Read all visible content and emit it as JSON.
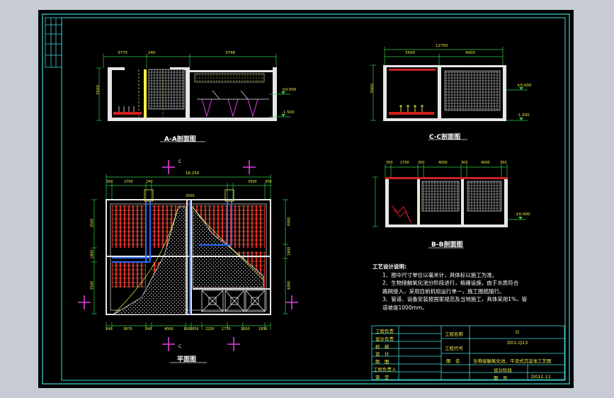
{
  "drawing": {
    "sections": {
      "aa": "A-A剖面图",
      "cc": "C-C剖面图",
      "bb": "B-B剖面图",
      "plan": "平面图",
      "plan_marker_top": "C",
      "plan_marker_bottom": "C"
    },
    "dimensions": {
      "aa_top": [
        "3775",
        "240",
        "3748"
      ],
      "aa_left": [
        "3500"
      ],
      "aa_levels": [
        "±0.000",
        "-1.500"
      ],
      "cc_top_total": "12750",
      "cc_top": [
        "3500",
        "4000"
      ],
      "cc_left": [
        "3000"
      ],
      "cc_levels": [
        "±0.000",
        "-1.500"
      ],
      "bb_top": [
        "300",
        "2700",
        "300",
        "4000",
        "300",
        "4000",
        "300"
      ],
      "bb_levels": [
        "±0.000"
      ],
      "plan_top_total": "16,250",
      "plan_top": [
        "300",
        "2700",
        "240",
        "2000",
        "3500",
        "300"
      ],
      "plan_bottom": [
        "240",
        "3870",
        "240",
        "4000",
        "100",
        "3850",
        "2250",
        "1770",
        "1000",
        "1850"
      ],
      "plan_left": [
        "3500",
        "1800",
        "3500"
      ],
      "plan_right": [
        "4000",
        "1800",
        "4000"
      ]
    },
    "notes": {
      "heading": "工艺设计说明:",
      "items": [
        "1、图中尺寸单位以毫米计，具体标以施工为准。",
        "2、生物接触氧化池分阶段进行，格栅设施，由于水质符合",
        "   路网接入，采用目前机组运行单一，施工图纸随行。",
        "3、管道、设备安装按国家规范及当地施工，具体采用1%，管",
        "   道坡度1000mm。"
      ]
    },
    "title_block": {
      "rows_left": [
        "工程负责",
        "设计负责",
        "校　核",
        "设　计",
        "制　图",
        "工程负责人",
        "审　定"
      ],
      "project_name_label": "工程名称",
      "project_name_value": "D",
      "design_no_label": "工程代号",
      "design_no_value": "D01-Q13",
      "drawing_name_label": "图　名",
      "drawing_name_value": "生物接触氧化池、平流式沉淀池工艺图",
      "stage_label": "设计阶段",
      "sheet_label": "图　号",
      "sheet_value": "D011-11"
    }
  },
  "colors": {
    "background": "#c7ccd4",
    "sheet": "#000000",
    "border": "#3fd8d8",
    "structure": "#e6e6e6",
    "hatch_red": "#d02020",
    "pipe_blue": "#2a6cff",
    "dim_green": "#2ccf4a",
    "marker_magenta": "#e040e0",
    "yellow": "#f5f04a"
  }
}
